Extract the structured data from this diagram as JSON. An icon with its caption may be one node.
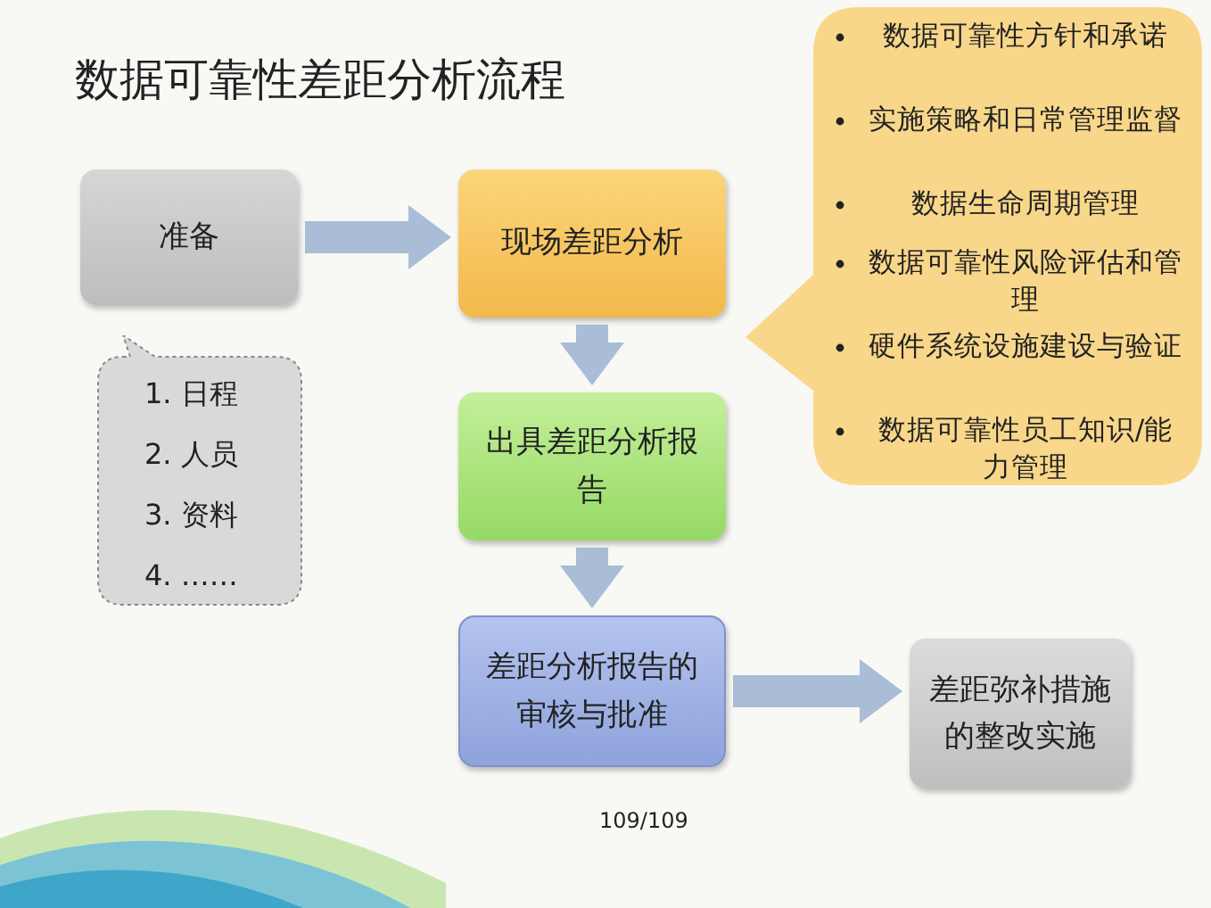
{
  "diagram": {
    "title": "数据可靠性差距分析流程",
    "nodes": [
      {
        "text": [
          "准备"
        ]
      },
      {
        "text": [
          "1. 日程",
          "2. 人员",
          "3. 资料",
          "4. ……"
        ]
      },
      {
        "text": [
          "现场差距分析"
        ]
      },
      {
        "text": [
          "数据可靠性方针和承诺",
          "实施策略和日常管理监督",
          "数据生命周期管理",
          "数据可靠性风险评估和管理",
          "硬件系统设施建设与验证",
          "数据可靠性员工知识/能力管理"
        ]
      },
      {
        "text": [
          "出具差距分析报告"
        ]
      },
      {
        "text": [
          "差距分析报告的审核与批准"
        ]
      },
      {
        "text": [
          "差距弥补措施的整改实施"
        ]
      }
    ],
    "edges": [
      {
        "from": 0,
        "to": 2,
        "arrow": "to"
      },
      {
        "from": 2,
        "to": 4,
        "arrow": "to"
      },
      {
        "from": 4,
        "to": 5,
        "arrow": "to"
      },
      {
        "from": 5,
        "to": 6,
        "arrow": "to"
      }
    ],
    "labels": [
      "109/109"
    ]
  }
}
